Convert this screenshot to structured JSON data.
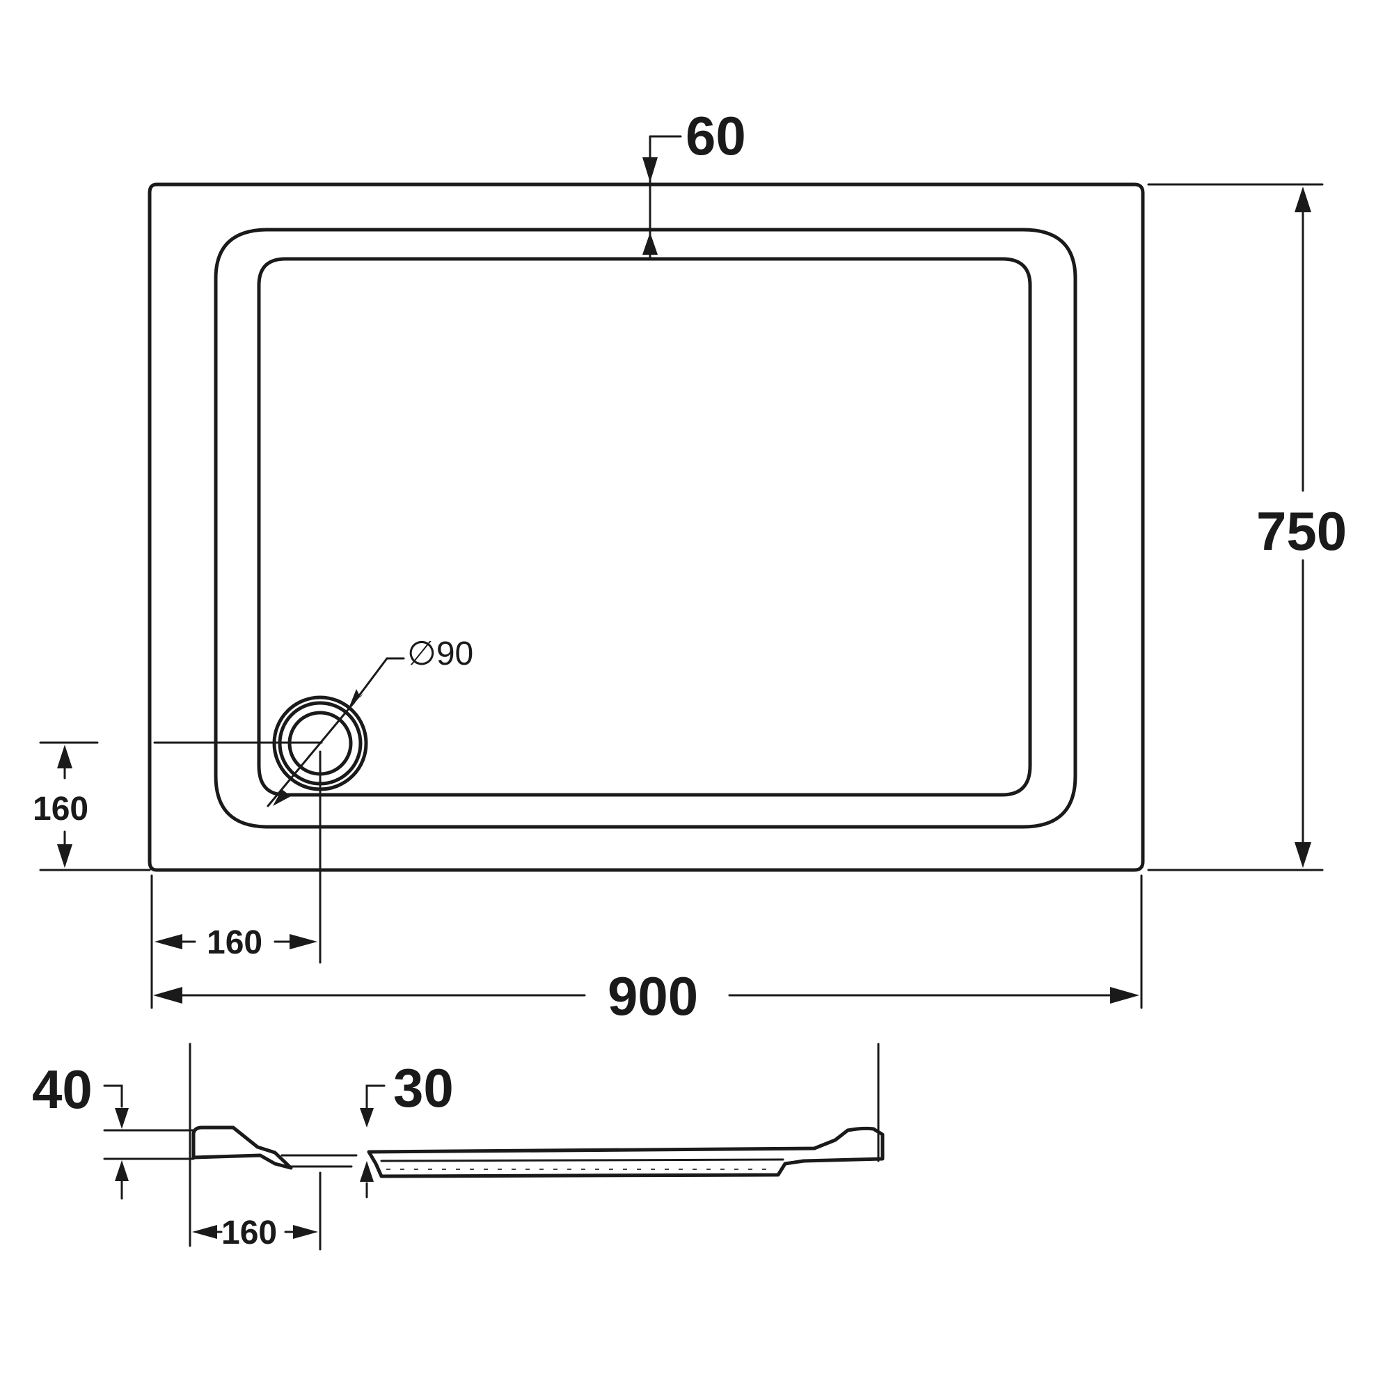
{
  "dimensions": {
    "width": "900",
    "depth": "750",
    "rim_width": "60",
    "waste_diameter": "∅90",
    "waste_offset_x": "160",
    "waste_offset_y": "160",
    "section_height": "40",
    "section_waste_depth": "30",
    "section_waste_offset": "160"
  }
}
